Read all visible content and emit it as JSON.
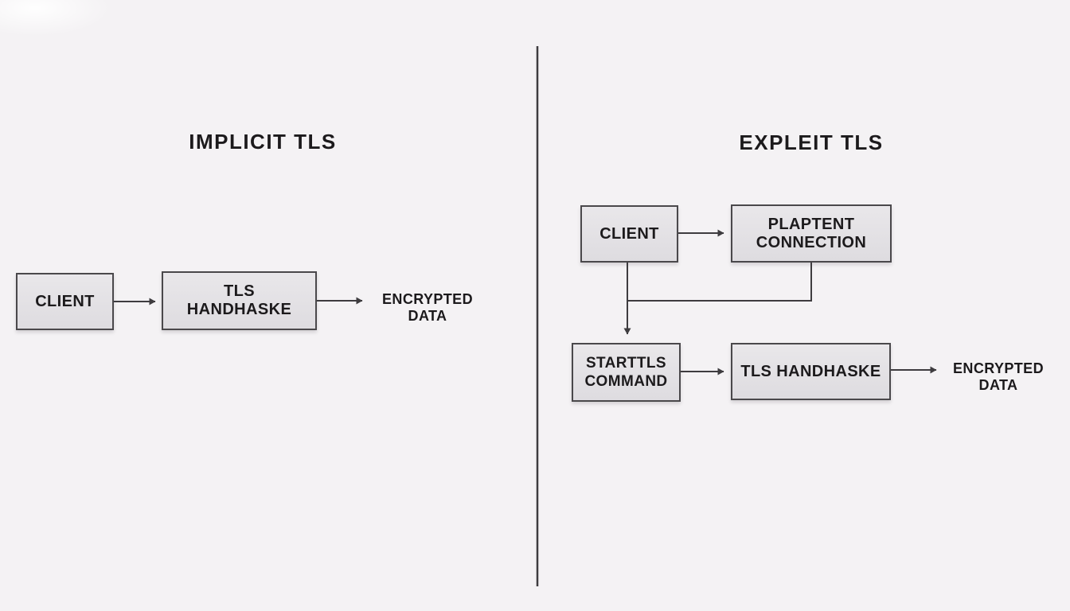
{
  "diagram": {
    "implicit": {
      "title": "IMPLICIT TLS",
      "client": "CLIENT",
      "handshake_line1": "TLS",
      "handshake_line2": "HANDHASKE",
      "result_line1": "ENCRYPTED",
      "result_line2": "DATA"
    },
    "explicit": {
      "title": "EXPLEIT TLS",
      "client": "CLIENT",
      "plaintext_line1": "PLAPTENT",
      "plaintext_line2": "CONNECTION",
      "starttls_line1": "STARTTLS",
      "starttls_line2": "COMMAND",
      "handshake": "TLS HANDHASKE",
      "result_line1": "ENCRYPTED",
      "result_line2": "DATA"
    }
  },
  "colors": {
    "background": "#f4f2f4",
    "node_fill_top": "#e9e7ea",
    "node_fill_bottom": "#dedce0",
    "node_border": "#4a484b",
    "connector": "#3e3c3f",
    "text": "#1c1a1c"
  }
}
